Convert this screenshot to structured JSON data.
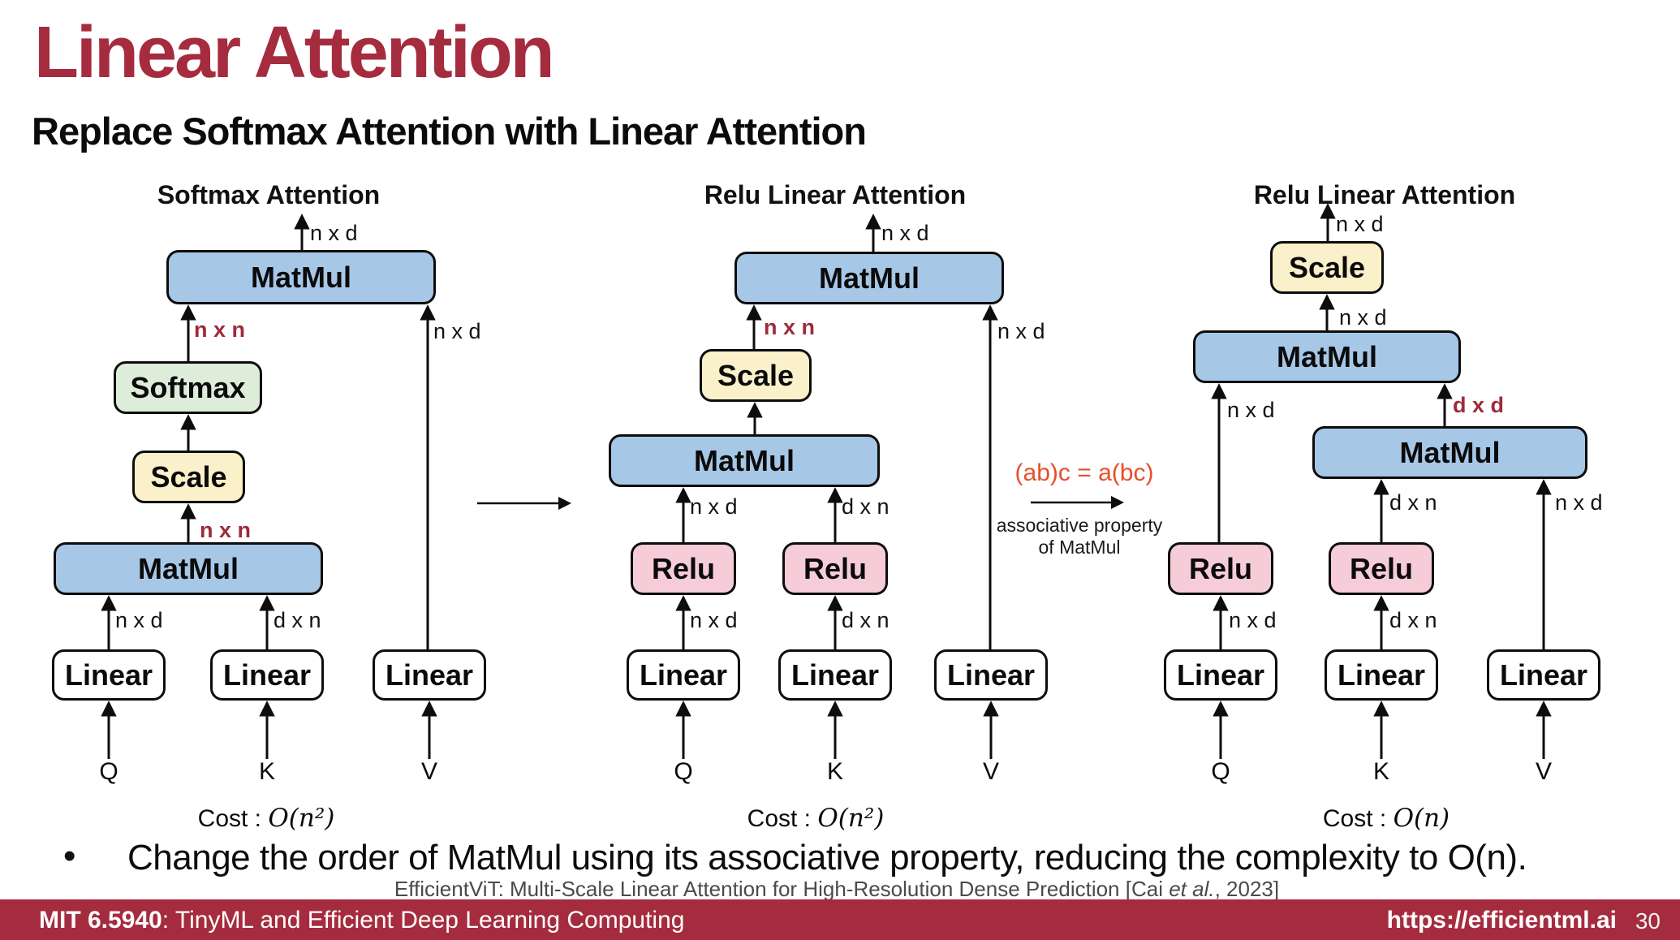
{
  "slide": {
    "title": "Linear Attention",
    "subtitle": "Replace Softmax Attention with Linear Attention"
  },
  "boxes": {
    "matmul": "MatMul",
    "softmax": "Softmax",
    "scale": "Scale",
    "relu": "Relu",
    "linear": "Linear"
  },
  "dims": {
    "nxd": "n x d",
    "dxn": "d x n",
    "nxn": "n x n",
    "dxd": "d x d"
  },
  "inputs": {
    "q": "Q",
    "k": "K",
    "v": "V"
  },
  "diagrams": {
    "left": {
      "header": "Softmax Attention",
      "cost_label": "Cost : ",
      "cost_value": "O(n²)"
    },
    "middle": {
      "header": "Relu Linear Attention",
      "cost_label": "Cost : ",
      "cost_value": "O(n²)"
    },
    "right": {
      "header": "Relu Linear Attention",
      "cost_label": "Cost : ",
      "cost_value": "O(n)"
    }
  },
  "annotation": {
    "equation": "(ab)c = a(bc)",
    "line1": "associative property",
    "line2": "of MatMul"
  },
  "bullet": {
    "marker": "•",
    "text": "Change the order of MatMul using its associative property, reducing the complexity to O(n)."
  },
  "citation": {
    "prefix": "EfficientViT: Multi-Scale Linear Attention for High-Resolution Dense Prediction [Cai ",
    "etal": "et al.",
    "suffix": ", 2023]"
  },
  "footer": {
    "course_bold": "MIT 6.5940",
    "course_rest": ": TinyML and Efficient Deep Learning Computing",
    "link": "https://efficientml.ai",
    "page": "30"
  },
  "colors": {
    "crimson": "#A52C3E",
    "dim_red": "#9E2B3C",
    "accent_orange": "#E94E2B",
    "box_blue": "#A7C7E7",
    "box_green": "#DEEDDA",
    "box_yellow": "#FAF0C9",
    "box_pink": "#F7CCD9"
  }
}
